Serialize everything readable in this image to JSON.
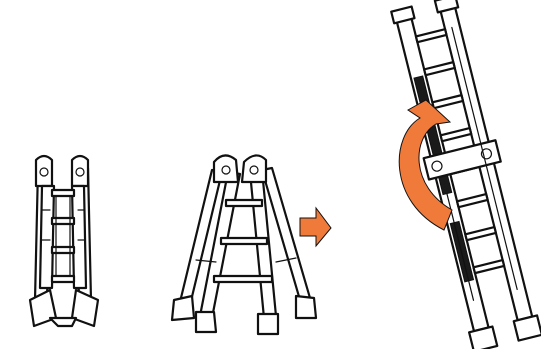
{
  "illustration": {
    "steps": [
      {
        "name": "folded-ladder",
        "state": "folded"
      },
      {
        "name": "a-frame-ladder",
        "state": "a-frame"
      },
      {
        "name": "extension-ladder",
        "state": "extension"
      }
    ],
    "arrow_color": "#F07A3A",
    "line_color": "#111111",
    "icons": [
      "right-arrow-icon",
      "curved-rotate-arrow-icon"
    ]
  }
}
